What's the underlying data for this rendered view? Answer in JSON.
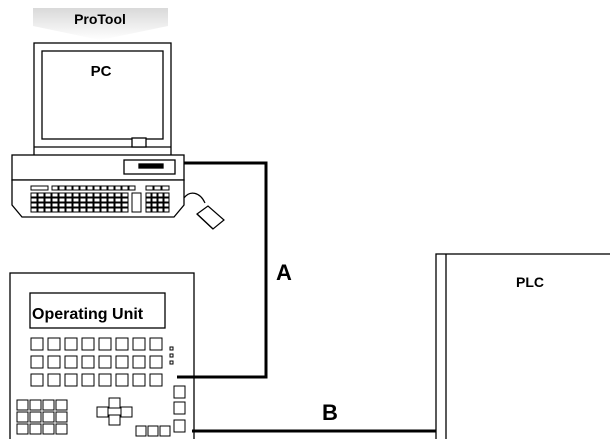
{
  "software": {
    "label": "ProTool"
  },
  "pc": {
    "label": "PC"
  },
  "operating_unit": {
    "label": "Operating Unit"
  },
  "plc": {
    "label": "PLC"
  },
  "connections": [
    {
      "label": "A"
    },
    {
      "label": "B"
    }
  ],
  "colors": {
    "line": "#000000",
    "background": "#ffffff",
    "protool_banner_top": "#d6d6d6",
    "protool_banner_bottom": "#ffffff"
  }
}
